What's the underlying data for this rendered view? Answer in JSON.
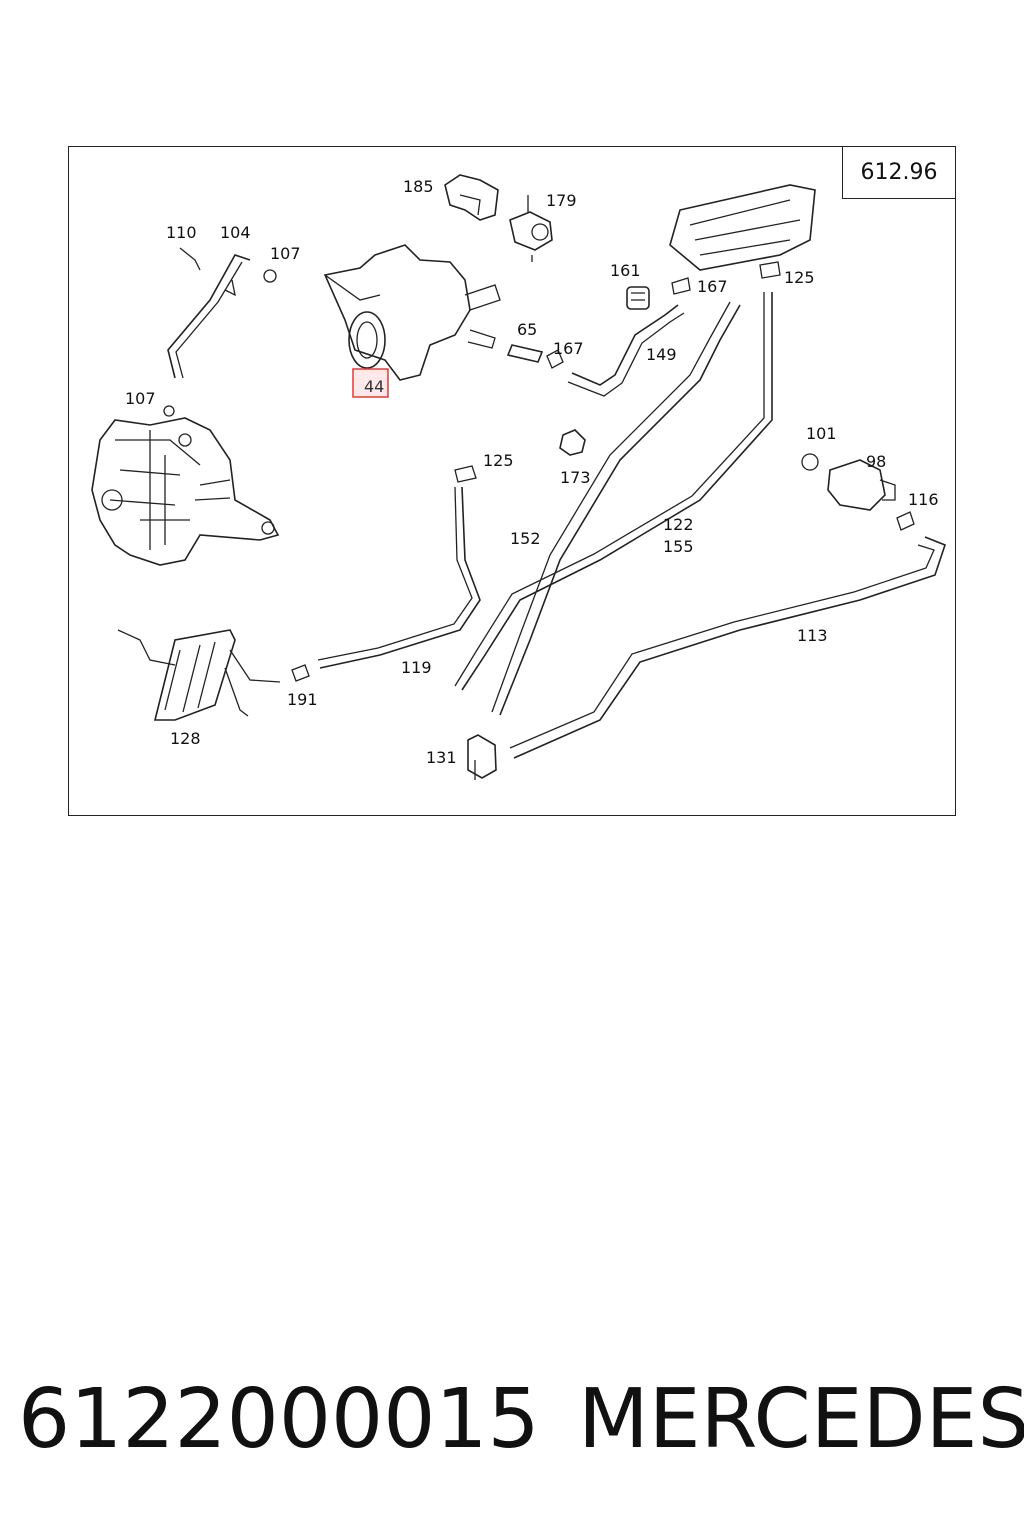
{
  "diagram": {
    "reference": "612.96",
    "highlighted_part": "44",
    "callouts": [
      "185",
      "179",
      "110",
      "104",
      "107",
      "161",
      "167",
      "125",
      "65",
      "167",
      "149",
      "44",
      "107",
      "101",
      "125",
      "98",
      "173",
      "116",
      "152",
      "122",
      "155",
      "113",
      "119",
      "191",
      "128",
      "131"
    ],
    "highlight_color": "#e53935"
  },
  "footer": {
    "part_number": "6122000015",
    "brand": "MERCEDES"
  }
}
